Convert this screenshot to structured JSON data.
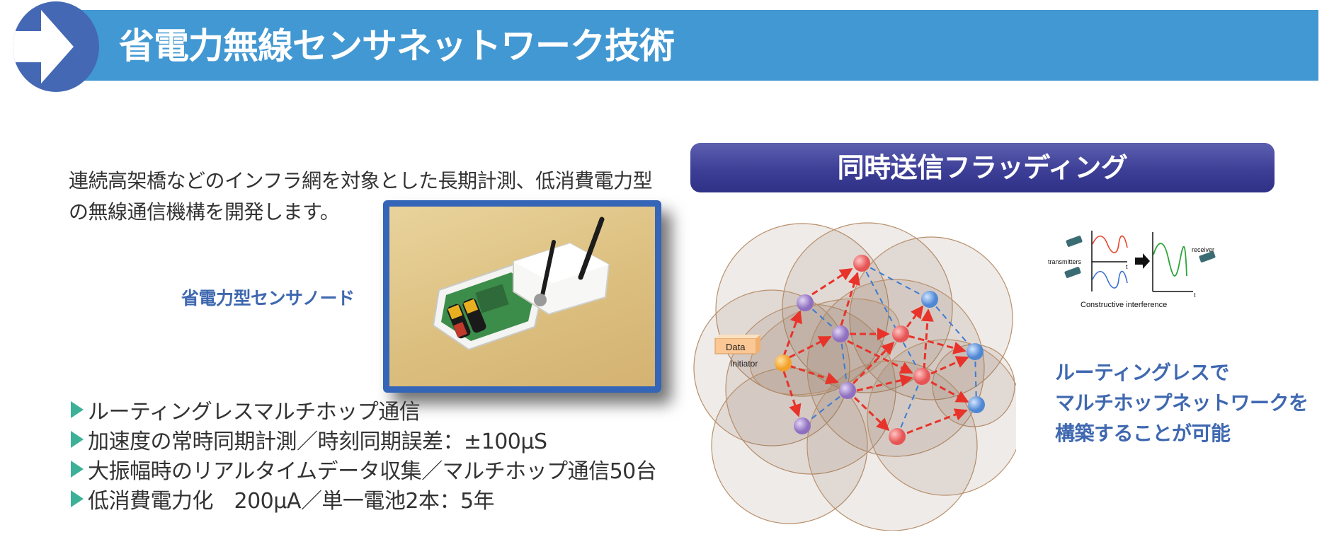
{
  "header": {
    "title": "省電力無線センサネットワーク技術",
    "icon": "arrow-right-icon",
    "bar_color": "#4298d2",
    "circle_color": "#4468b4"
  },
  "intro": {
    "line1": "連続高架橋などのインフラ網を対象とした長期計測、低消費電力型",
    "line2": "の無線通信機構を開発します。"
  },
  "photo": {
    "caption": "省電力型センサノード",
    "frame_color": "#3465b6"
  },
  "bullets": [
    {
      "text": "ルーティングレスマルチホップ通信"
    },
    {
      "text": "加速度の常時同期計測／時刻同期誤差：±100μS"
    },
    {
      "text": "大振幅時のリアルタイムデータ収集／マルチホップ通信50台"
    },
    {
      "text": "低消費電力化　200μA／単一電池2本：5年"
    }
  ],
  "bullet_color": "#3db197",
  "flooding": {
    "title": "同時送信フラッディング"
  },
  "network_diagram": {
    "data_label": "Data",
    "initiator_label": "Initiator",
    "colors": {
      "initiator": "#f5a623",
      "hop1": "#9b7fc8",
      "hop2": "#ef6363",
      "hop3": "#5b8fd6",
      "arrow": "#e8332a",
      "link": "#3a7bd5"
    }
  },
  "interference_diagram": {
    "transmitters_label": "transmitters",
    "receiver_label": "receiver",
    "axis_label_t": "t",
    "caption": "Constructive interference"
  },
  "capability": {
    "line1": "ルーティングレスで",
    "line2": "マルチホップネットワークを",
    "line3": "構築することが可能"
  }
}
